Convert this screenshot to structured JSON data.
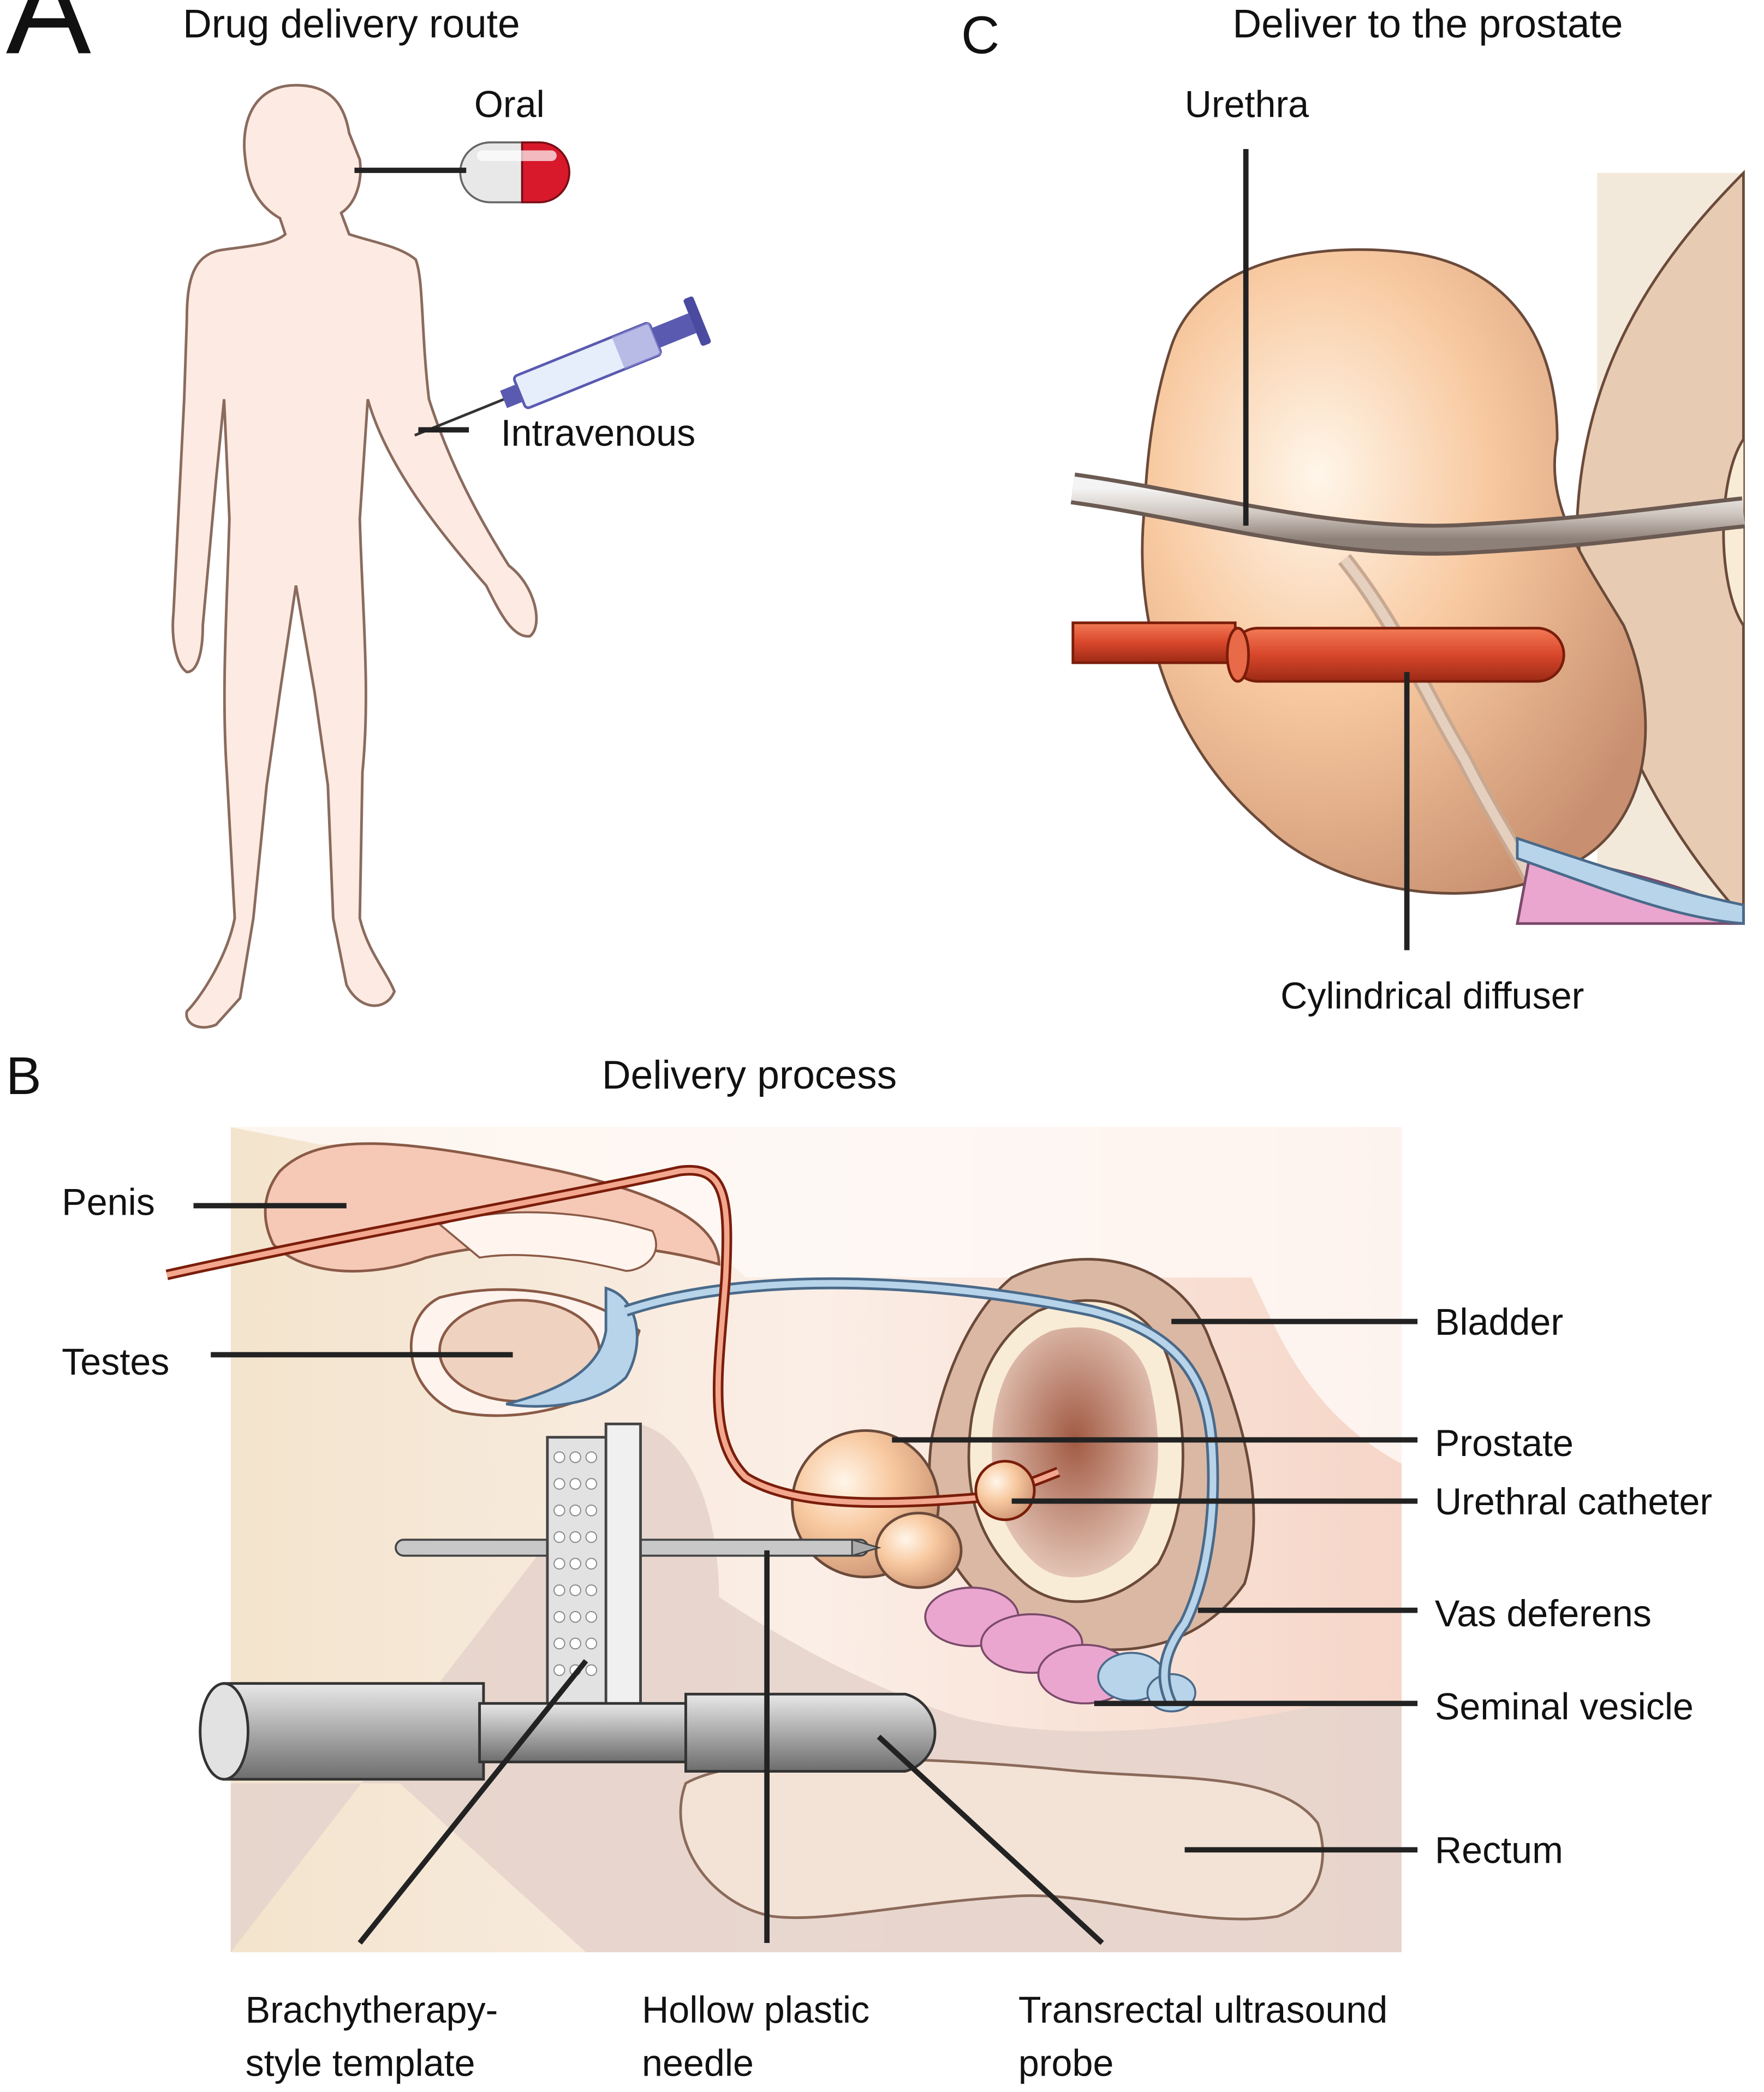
{
  "panels": {
    "A": {
      "letter": "A",
      "title": "Drug delivery route",
      "labels": {
        "oral": "Oral",
        "intravenous": "Intravenous"
      }
    },
    "B": {
      "letter": "B",
      "title": "Delivery process",
      "labels": {
        "penis": "Penis",
        "testes": "Testes",
        "bladder": "Bladder",
        "prostate": "Prostate",
        "urethral_catheter": "Urethral catheter",
        "vas_deferens": "Vas deferens",
        "seminal_vesicle": "Seminal vesicle",
        "rectum": "Rectum",
        "template_line1": "Brachytherapy-",
        "template_line2": "style template",
        "needle_line1": "Hollow plastic",
        "needle_line2": "needle",
        "probe_line1": "Transrectal ultrasound",
        "probe_line2": "probe"
      }
    },
    "C": {
      "letter": "C",
      "title": "Deliver to the prostate",
      "labels": {
        "urethra": "Urethra",
        "diffuser": "Cylindrical diffuser"
      }
    }
  },
  "colors": {
    "skin": "#fdebe3",
    "prostate": "#f6b585",
    "urethra": "#d8cfc8",
    "catheter": "#d9472b",
    "vas_deferens": "#b8d4ea",
    "seminal_vesicle": "#eaa6cf",
    "bladder": "#c9a28c",
    "probe": "#a8a8a8",
    "capsule_red": "#d7192b",
    "syringe_blue": "#5a5ab0"
  }
}
